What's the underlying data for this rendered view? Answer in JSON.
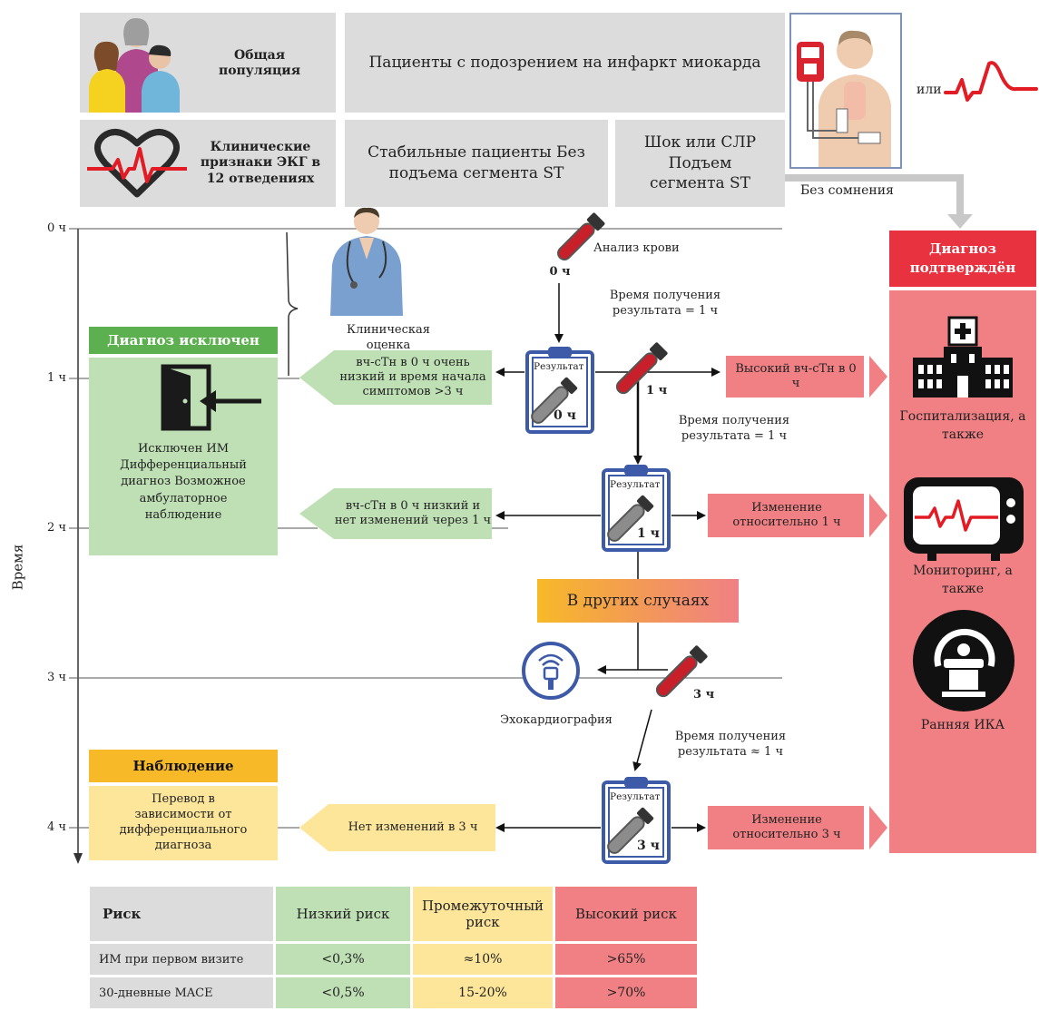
{
  "header": {
    "population": "Общая популяция",
    "suspected": "Пациенты с подозрением на инфаркт миокарда",
    "ili": "или",
    "clinical_signs": "Клинические признаки ЭКГ в 12 отведениях",
    "stable": "Стабильные пациенты Без подъема сегмента ST",
    "shock": "Шок или СЛР Подъем сегмента ST",
    "no_doubt": "Без сомнения"
  },
  "time_axis": {
    "label": "Время",
    "ticks": [
      "0 ч",
      "1 ч",
      "2 ч",
      "3 ч",
      "4 ч"
    ]
  },
  "flow": {
    "blood_test": "Анализ крови",
    "blood_0h": "0 ч",
    "result_time_1": "Время получения результата = 1 ч",
    "clinical_assessment": "Клиническая оценка",
    "result_label": "Результат",
    "clip_0h": "0 ч",
    "blood_1h": "1 ч",
    "result_time_2": "Время получения результата = 1 ч",
    "clip_1h": "1 ч",
    "other_cases": "В других случаях",
    "echo": "Эхокардиография",
    "blood_3h": "3 ч",
    "result_time_3": "Время получения результата ≈ 1 ч",
    "clip_3h": "3 ч",
    "rule_out_0h": "вч-сТн в 0 ч очень низкий и время начала симптомов >3 ч",
    "rule_out_1h": "вч-сТн в 0 ч низкий и нет изменений через 1 ч",
    "no_change_3h": "Нет изменений в 3 ч",
    "high_0h": "Высокий вч-сТн в 0 ч",
    "change_1h": "Изменение относительно 1 ч",
    "change_3h": "Изменение относительно 3 ч"
  },
  "excluded": {
    "title": "Диагноз исключен",
    "text": "Исключен ИМ Дифференциальный диагноз Возможное амбулаторное наблюдение"
  },
  "observation": {
    "title": "Наблюдение",
    "text": "Перевод в зависимости от дифференциального диагноза"
  },
  "confirmed": {
    "title": "Диагноз подтверждён",
    "hospital": "Госпитализация, а также",
    "monitoring": "Мониторинг, а также",
    "ica": "Ранняя ИКА"
  },
  "risk_table": {
    "header": [
      "Риск",
      "Низкий риск",
      "Промежуточный риск",
      "Высокий риск"
    ],
    "rows": [
      [
        "ИМ при первом визите",
        "<0,3%",
        "≈10%",
        ">65%"
      ],
      [
        "30-дневные MACE",
        "<0,5%",
        "15-20%",
        ">70%"
      ]
    ]
  },
  "colors": {
    "green": "#5db04f",
    "green_light": "#bfe0b5",
    "yellow": "#f7b928",
    "yellow_light": "#fde69a",
    "red": "#e8323f",
    "red_light": "#f08084",
    "clipboard_blue": "#3d5aa8",
    "grey": "#dcdcdc"
  }
}
